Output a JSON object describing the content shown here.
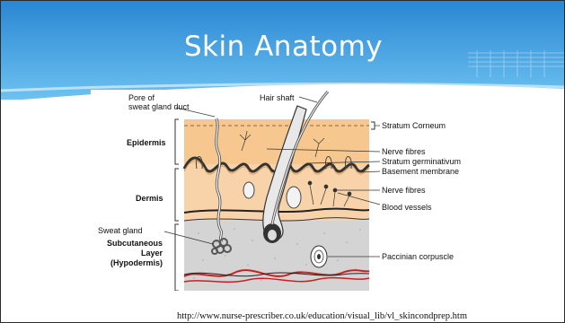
{
  "slide": {
    "title": "Skin Anatomy",
    "source_url": "http://www.nurse-prescriber.co.uk/education/visual_lib/vl_skincondprep.htm"
  },
  "diagram": {
    "left_labels": {
      "pore": [
        "Pore of",
        "sweat gland duct"
      ],
      "epidermis": "Epidermis",
      "dermis": "Dermis",
      "sweat_gland": "Sweat gland",
      "subcutaneous": [
        "Subcutaneous",
        "Layer",
        "(Hypodermis)"
      ]
    },
    "top_labels": {
      "hair_shaft": "Hair shaft"
    },
    "right_labels": {
      "stratum_corneum": "Stratum Corneum",
      "nerve_fibres_1": "Nerve fibres",
      "stratum_germinativum": "Stratum germinativum",
      "basement_membrane": "Basement membrane",
      "nerve_fibres_2": "Nerve fibres",
      "blood_vessels": "Blood vessels",
      "paccinian": "Paccinian corpuscle"
    }
  },
  "colors": {
    "banner_top": "#2f8fd8",
    "banner_bottom": "#6cc0f0",
    "epidermis": "#f6c890",
    "dermis": "#f8cfa2",
    "hypodermis": "#d6d6d6",
    "vessel_red": "#cc1f1f"
  }
}
